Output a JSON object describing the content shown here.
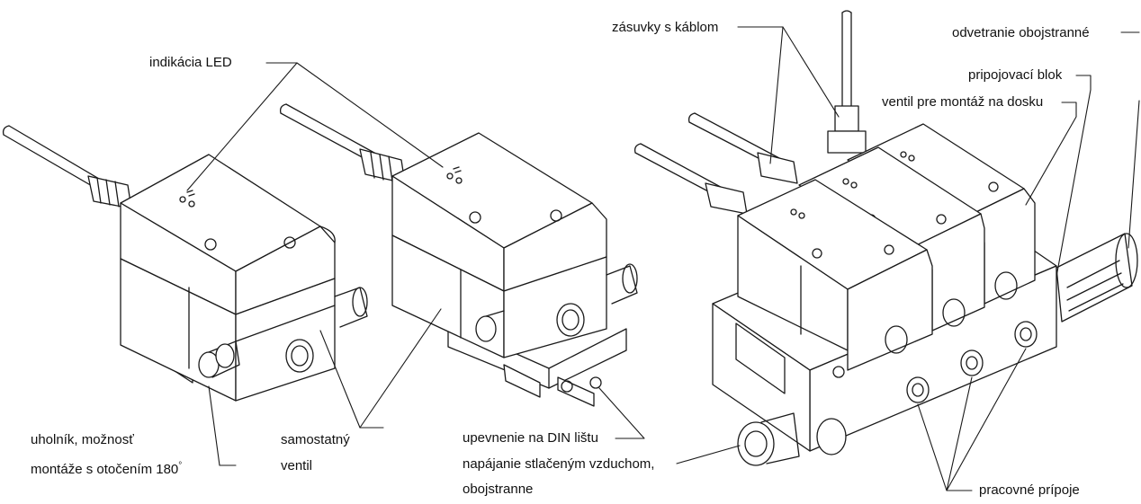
{
  "labels": {
    "led": "indikácia LED",
    "bracket_line1": "uholník, možnosť",
    "bracket_line2": "montáže s otočením 180",
    "degree": "°",
    "single_line1": "samostatný",
    "single_line2": "ventil",
    "din": "upevnenie na DIN lištu",
    "supply_line1": "napájanie stlačeným vzduchom,",
    "supply_line2": "obojstranne",
    "socket": "zásuvky s káblom",
    "exhaust": "odvetranie obojstranné",
    "block": "pripojovací blok",
    "plate_valve": "ventil pre montáž na dosku",
    "work_ports": "pracovné prípoje"
  },
  "colors": {
    "line": "#1a1a1a",
    "body": "#ffffff",
    "shade": "#e9e9e9",
    "text": "#111111"
  }
}
